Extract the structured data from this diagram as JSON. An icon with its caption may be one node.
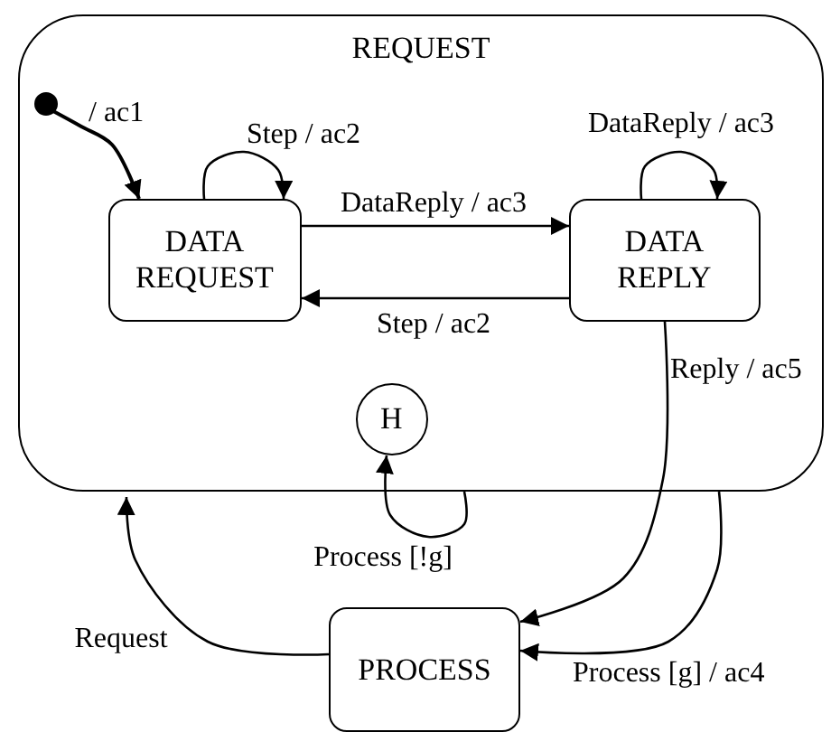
{
  "diagram": {
    "nodes": [
      {
        "text": [
          "REQUEST"
        ]
      },
      {
        "text": [],
        "shape": "circle",
        "in": 0
      },
      {
        "text": [
          "DATA REQUEST"
        ],
        "in": 0
      },
      {
        "text": [
          "DATA REPLY"
        ],
        "in": 0
      },
      {
        "text": [
          "H"
        ],
        "in": 0
      },
      {
        "text": [
          "PROCESS"
        ]
      }
    ],
    "edges": [
      {
        "from": 1,
        "to": 2,
        "arrow": "to",
        "label": "/ ac1"
      },
      {
        "from": 2,
        "to": 2,
        "arrow": "to",
        "label": "Step / ac2"
      },
      {
        "from": 2,
        "to": 3,
        "arrow": "to",
        "label": "DataReply / ac3"
      },
      {
        "from": 3,
        "to": 2,
        "arrow": "to",
        "label": "Step / ac2"
      },
      {
        "from": 3,
        "to": 3,
        "arrow": "to",
        "label": "DataReply / ac3"
      },
      {
        "from": 3,
        "to": 5,
        "arrow": "to",
        "label": "Reply / ac5"
      },
      {
        "from": 0,
        "to": 5,
        "arrow": "to",
        "label": "Process [g] / ac4"
      },
      {
        "from": 5,
        "to": 0,
        "arrow": "to",
        "label": "Request"
      },
      {
        "from": 0,
        "to": 4,
        "arrow": "to",
        "label": "Process [!g]"
      }
    ]
  }
}
